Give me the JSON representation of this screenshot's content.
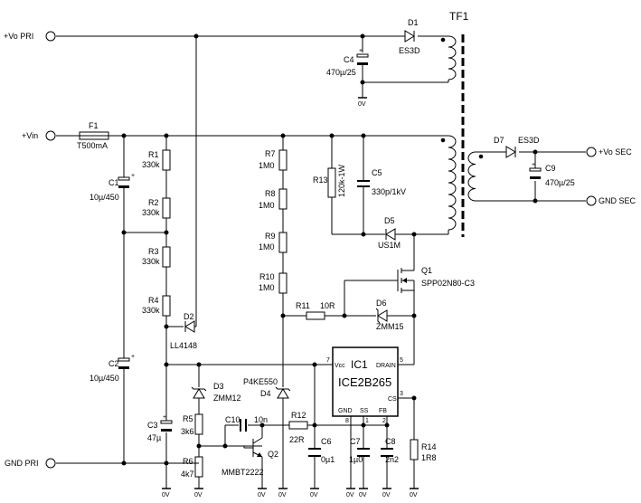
{
  "ports": {
    "vo_pri": "+Vo PRI",
    "vin": "+Vin",
    "gnd_pri": "GND PRI",
    "vo_sec": "+Vo SEC",
    "gnd_sec": "GND SEC"
  },
  "transformer": {
    "ref": "TF1"
  },
  "components": {
    "F1": {
      "ref": "F1",
      "value": "T500mA"
    },
    "C1": {
      "ref": "C1",
      "value": "10µ/450"
    },
    "C2": {
      "ref": "C2",
      "value": "10µ/450"
    },
    "C3": {
      "ref": "C3",
      "value": "47µ"
    },
    "C4": {
      "ref": "C4",
      "value": "470µ/25"
    },
    "C5": {
      "ref": "C5",
      "value": "330p/1kV"
    },
    "C6": {
      "ref": "C6",
      "value": "0µ1"
    },
    "C7": {
      "ref": "C7",
      "value": "1µ0"
    },
    "C8": {
      "ref": "C8",
      "value": "2n2"
    },
    "C9": {
      "ref": "C9",
      "value": "470µ/25"
    },
    "C10": {
      "ref": "C10",
      "value": "10n"
    },
    "R1": {
      "ref": "R1",
      "value": "330k"
    },
    "R2": {
      "ref": "R2",
      "value": "330k"
    },
    "R3": {
      "ref": "R3",
      "value": "330k"
    },
    "R4": {
      "ref": "R4",
      "value": "330k"
    },
    "R5": {
      "ref": "R5",
      "value": "3k6"
    },
    "R6": {
      "ref": "R6",
      "value": "4k7"
    },
    "R7": {
      "ref": "R7",
      "value": "1M0"
    },
    "R8": {
      "ref": "R8",
      "value": "1M0"
    },
    "R9": {
      "ref": "R9",
      "value": "1M0"
    },
    "R10": {
      "ref": "R10",
      "value": "1M0"
    },
    "R11": {
      "ref": "R11",
      "value": "10R"
    },
    "R12": {
      "ref": "R12",
      "value": "22R"
    },
    "R13": {
      "ref": "R13",
      "value": "120k-1W"
    },
    "R14": {
      "ref": "R14",
      "value": "1R8"
    },
    "D1": {
      "ref": "D1",
      "value": "ES3D"
    },
    "D2": {
      "ref": "D2",
      "value": "LL4148"
    },
    "D3": {
      "ref": "D3",
      "value": "ZMM12"
    },
    "D4": {
      "ref": "D4",
      "value": "P4KE550"
    },
    "D5": {
      "ref": "D5",
      "value": "US1M"
    },
    "D6": {
      "ref": "D6",
      "value": "ZMM15"
    },
    "D7": {
      "ref": "D7",
      "value": "ES3D"
    },
    "Q1": {
      "ref": "Q1",
      "value": "SPP02N80-C3"
    },
    "Q2": {
      "ref": "Q2",
      "value": "MMBT2222"
    }
  },
  "ic": {
    "ref": "IC1",
    "part": "ICE2B265",
    "pins": {
      "vcc": "Vcc",
      "drain": "DRAIN",
      "cs": "CS",
      "gnd": "GND",
      "ss": "SS",
      "fb": "FB"
    },
    "pin_numbers": {
      "vcc": "7",
      "drain": "5",
      "cs": "3",
      "gnd": "8",
      "ss": "1",
      "fb": "2"
    }
  },
  "ground_label": "0V"
}
